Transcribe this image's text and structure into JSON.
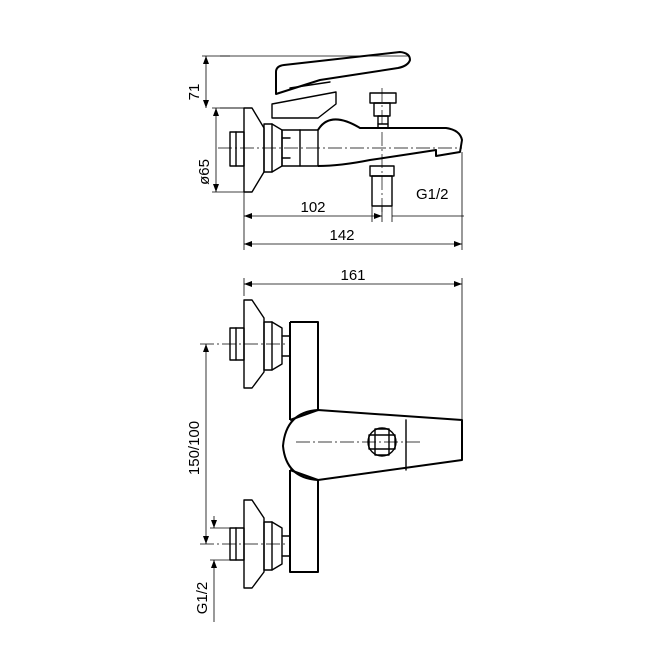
{
  "dimensions": {
    "top_height": "71",
    "top_diameter": "ø65",
    "spout_reach": "102",
    "total_depth": "142",
    "thread_top": "G1/2",
    "total_width": "161",
    "center_distance": "150/100",
    "thread_bottom": "G1/2"
  }
}
